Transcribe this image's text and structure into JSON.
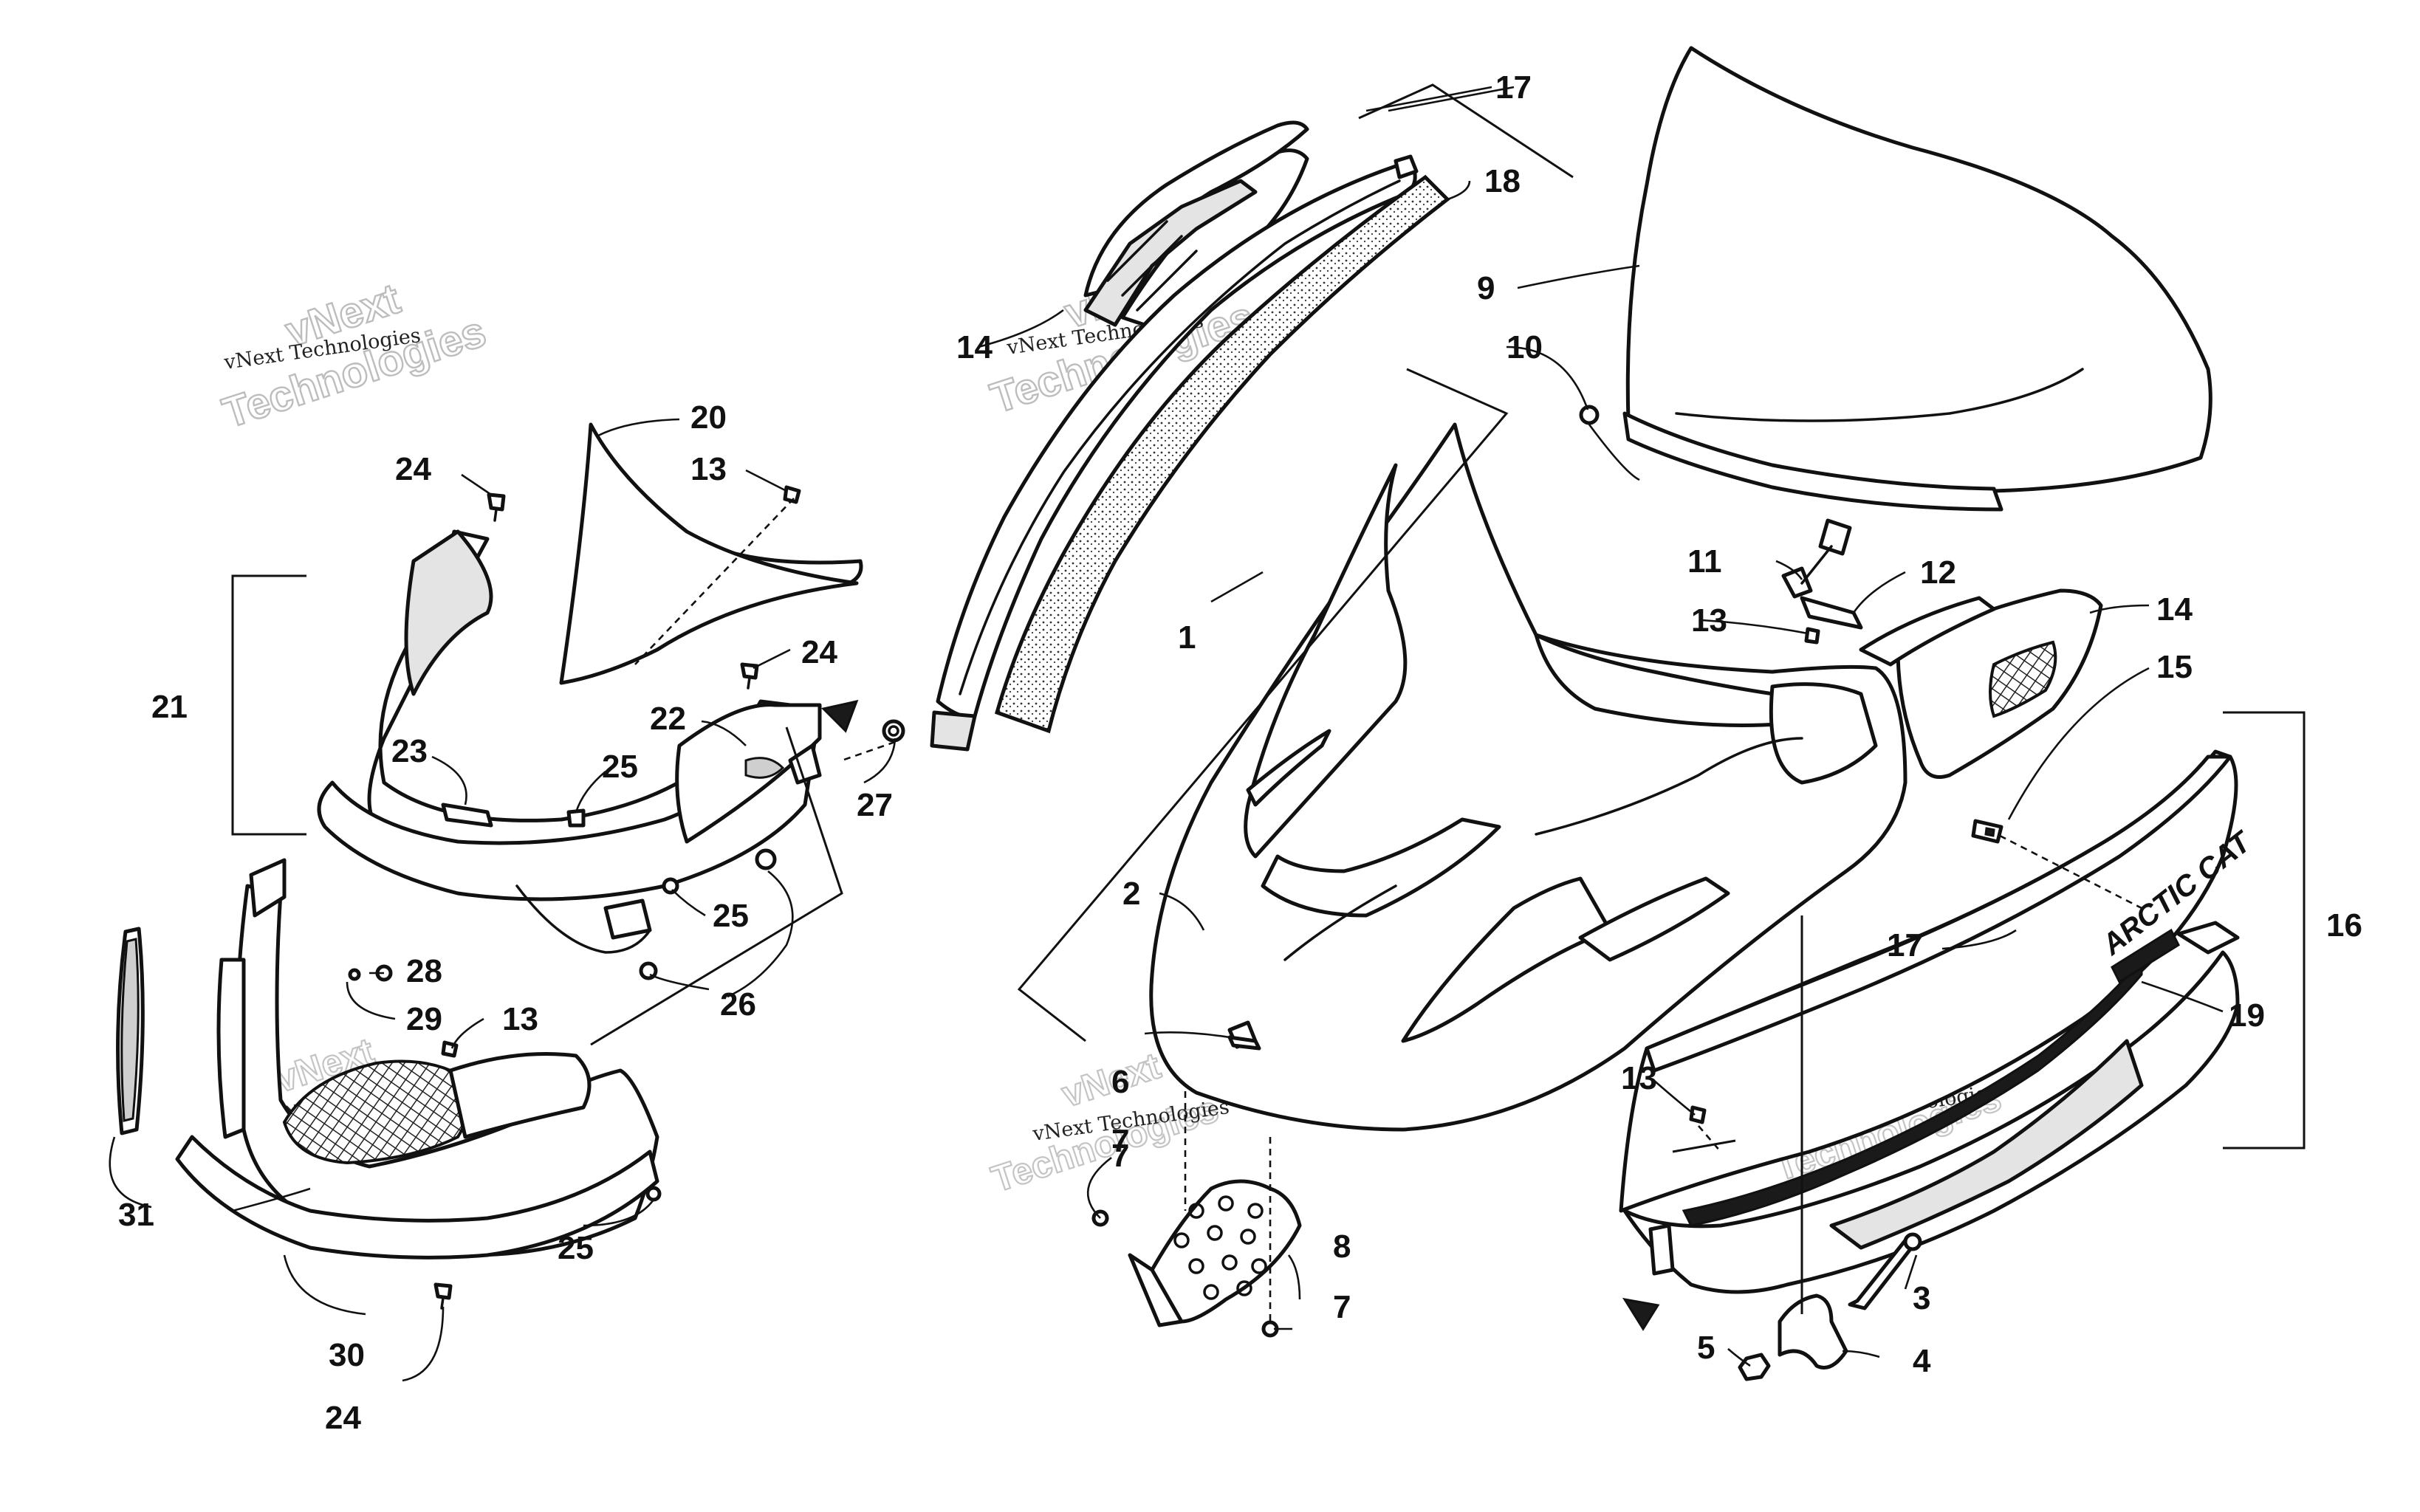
{
  "watermark": {
    "line1": "vNext",
    "line2": "Technologies",
    "line3": "vNext Technologies"
  },
  "decal_text": "ARCTIC CAT",
  "callouts": [
    "1",
    "2",
    "3",
    "4",
    "5",
    "6",
    "7",
    "7",
    "7",
    "8",
    "9",
    "10",
    "11",
    "12",
    "13",
    "13",
    "13",
    "13",
    "14",
    "14",
    "15",
    "16",
    "17",
    "17",
    "18",
    "19",
    "20",
    "21",
    "22",
    "23",
    "24",
    "24",
    "24",
    "25",
    "25",
    "25",
    "26",
    "27",
    "28",
    "29",
    "30",
    "31"
  ]
}
